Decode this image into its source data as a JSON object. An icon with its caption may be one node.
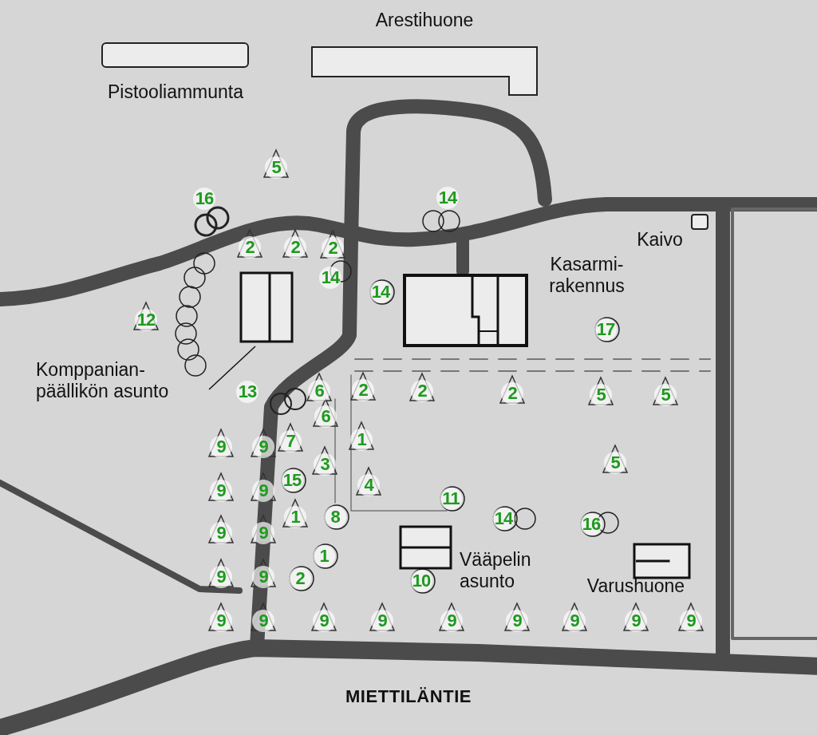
{
  "diagram": {
    "nodes": [
      {
        "text": [
          "Pistooliammunta"
        ]
      },
      {
        "text": [
          "Arestihuone"
        ]
      },
      {
        "text": [
          "Kasarmi-rakennus"
        ]
      },
      {
        "text": [
          "Kaivo"
        ]
      },
      {
        "text": [
          "Vääpelin asunto"
        ]
      },
      {
        "text": [
          "Varushuone"
        ]
      },
      {
        "text": [
          "Komppanian-päällikön asunto"
        ]
      },
      {
        "text": [],
        "shape": "box"
      }
    ],
    "edges": [
      {
        "from": 6,
        "to": 7,
        "arrow": "none"
      }
    ],
    "labels": [
      "5",
      "16",
      "14",
      "2",
      "2",
      "2",
      "14",
      "14",
      "12",
      "17",
      "13",
      "6",
      "2",
      "2",
      "2",
      "5",
      "5",
      "6",
      "9",
      "9",
      "7",
      "1",
      "3",
      "5",
      "9",
      "9",
      "15",
      "4",
      "11",
      "1",
      "8",
      "14",
      "16",
      "9",
      "9",
      "1",
      "9",
      "9",
      "2",
      "10",
      "9",
      "9",
      "9",
      "9",
      "9",
      "9",
      "9",
      "9",
      "9",
      "MIETTILÄNTIE"
    ]
  }
}
